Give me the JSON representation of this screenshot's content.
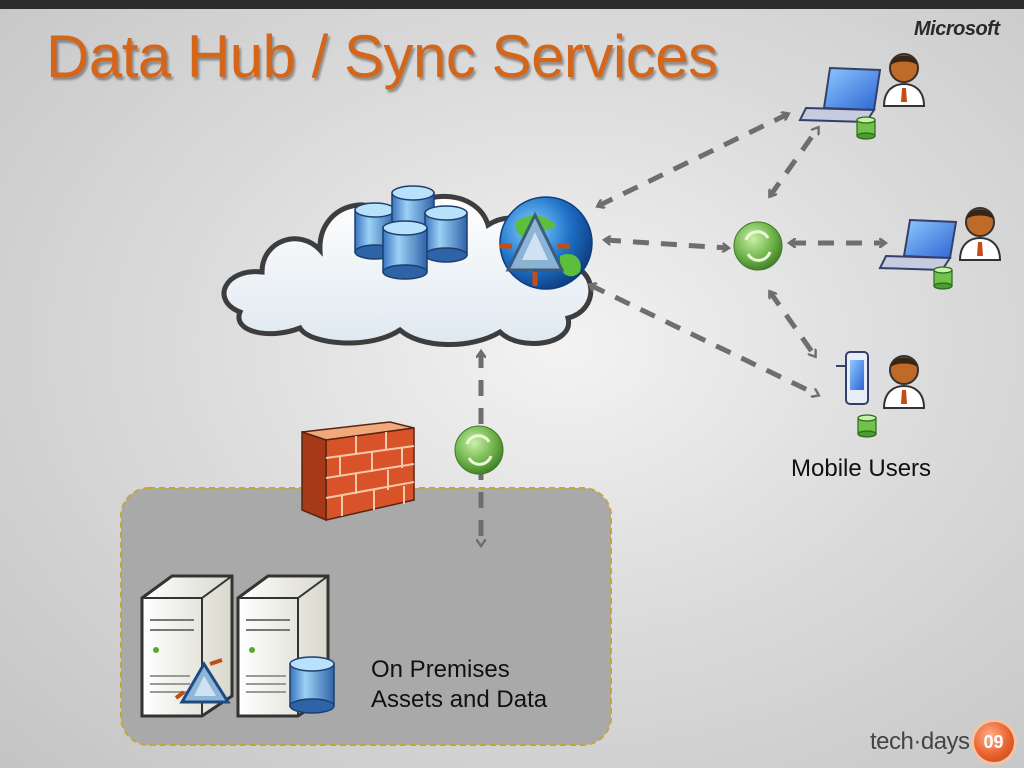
{
  "slide": {
    "title": "Data Hub / Sync Services",
    "brand": "Microsoft"
  },
  "labels": {
    "mobile_users": "Mobile Users",
    "on_premises_line1": "On Premises",
    "on_premises_line2": "Assets and Data"
  },
  "event": {
    "name": "tech·days",
    "badge": "09"
  },
  "colors": {
    "title": "#d4661c",
    "arrow": "#6e6e6e",
    "premises_box": "#a9a9a9",
    "premises_border": "#c8a23a",
    "sync_orb": "#6fb34a",
    "firewall": "#d9532a",
    "user_skin": "#c06a2a",
    "laptop_screen": "#3f7ee0"
  },
  "icons": [
    "cloud-icon",
    "database-icon",
    "globe-icon",
    "sync-icon",
    "laptop-icon",
    "user-icon",
    "mobile-device-icon",
    "firewall-icon",
    "server-icon"
  ]
}
